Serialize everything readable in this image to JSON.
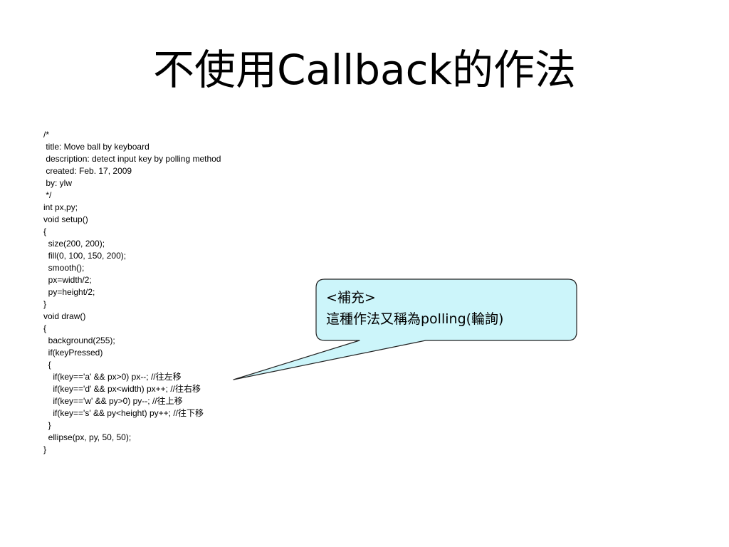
{
  "slide": {
    "title": "不使用Callback的作法"
  },
  "code_lines": [
    "/*",
    " title: Move ball by keyboard",
    " description: detect input key by polling method",
    " created: Feb. 17, 2009",
    " by: ylw",
    " */",
    "int px,py;",
    "void setup()",
    "{",
    "  size(200, 200);",
    "  fill(0, 100, 150, 200);",
    "  smooth();",
    "  px=width/2;",
    "  py=height/2;",
    "}",
    "void draw()",
    "{",
    "  background(255);",
    "  if(keyPressed)",
    "  {",
    "    if(key=='a' && px>0) px--; //往左移",
    "    if(key=='d' && px<width) px++; //往右移",
    "    if(key=='w' && py>0) py--; //往上移",
    "    if(key=='s' && py<height) py++; //往下移",
    "  }",
    "  ellipse(px, py, 50, 50);",
    "}"
  ],
  "callout": {
    "line1": "<補充>",
    "line2": "這種作法又稱為polling(輪詢)",
    "fill_color": "#ccf5fa",
    "stroke_color": "#222222"
  }
}
